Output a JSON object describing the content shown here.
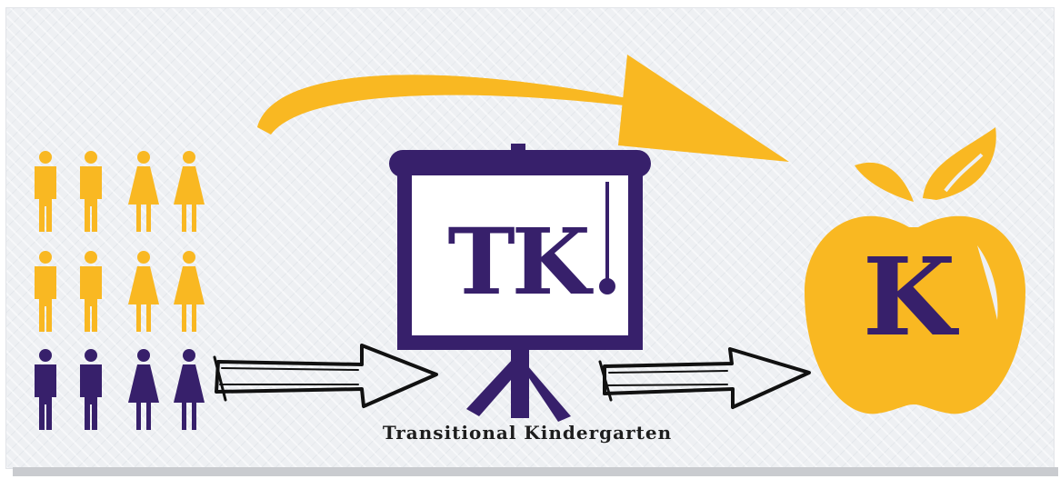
{
  "diagram": {
    "caption": "Transitional Kindergarten",
    "screen_label": "TK",
    "apple_label": "K"
  },
  "people": {
    "rows": [
      {
        "color": "#f9b822",
        "figures": [
          "male",
          "male",
          "female",
          "female"
        ]
      },
      {
        "color": "#f9b822",
        "figures": [
          "male",
          "male",
          "female",
          "female"
        ]
      },
      {
        "color": "#37206b",
        "figures": [
          "male",
          "male",
          "female",
          "female"
        ]
      }
    ]
  },
  "colors": {
    "gold": "#f9b822",
    "purple": "#37206b",
    "background": "#eef0f3"
  },
  "icons": [
    "person-icon",
    "projector-screen-icon",
    "apple-icon",
    "curved-arrow-icon",
    "hand-drawn-arrow-icon"
  ]
}
